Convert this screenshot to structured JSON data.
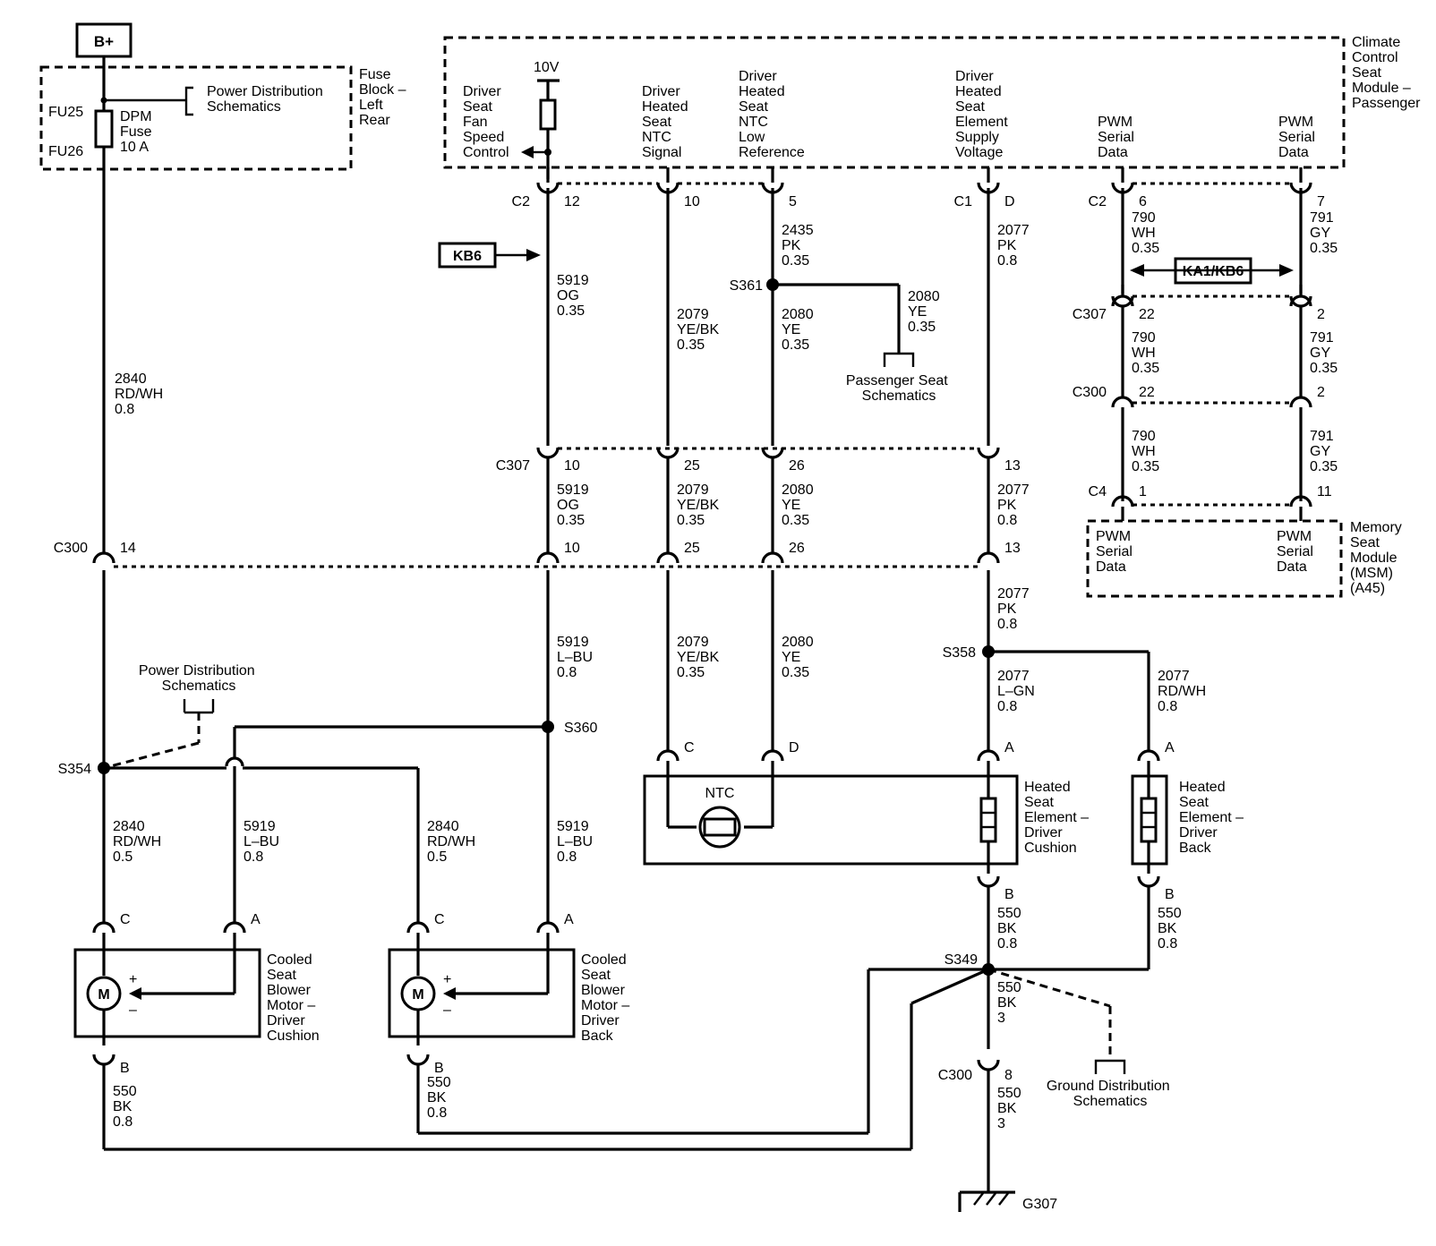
{
  "supply": {
    "label": "B+",
    "fuse_a": "FU25",
    "fuse_b": "FU26"
  },
  "fuse": {
    "name_lines": [
      "DPM",
      "Fuse",
      "10 A"
    ],
    "block_lines": [
      "Fuse",
      "Block –",
      "Left",
      "Rear"
    ],
    "ref_lines": [
      "Power Distribution",
      "Schematics"
    ]
  },
  "module_top": {
    "name_lines": [
      "Climate",
      "Control",
      "Seat",
      "Module –",
      "Passenger"
    ],
    "voltage": "10V",
    "pins": [
      [
        "Driver",
        "Seat",
        "Fan",
        "Speed",
        "Control"
      ],
      [
        "Driver",
        "Heated",
        "Seat",
        "NTC",
        "Signal"
      ],
      [
        "Driver",
        "Heated",
        "Seat",
        "NTC",
        "Low",
        "Reference"
      ],
      [
        "Driver",
        "Heated",
        "Seat",
        "Element",
        "Supply",
        "Voltage"
      ],
      [
        "PWM",
        "Serial",
        "Data"
      ],
      [
        "PWM",
        "Serial",
        "Data"
      ]
    ]
  },
  "labels": {
    "kb6": "KB6",
    "ka1kb6": "KA1/KB6",
    "pass_seat": [
      "Passenger Seat",
      "Schematics"
    ],
    "pd_ref": [
      "Power Distribution",
      "Schematics"
    ],
    "gd_ref": [
      "Ground Distribution",
      "Schematics"
    ]
  },
  "connectors": {
    "c2": "C2",
    "c1": "C1",
    "c307": "C307",
    "c300": "C300",
    "c4": "C4",
    "c2r": "C2",
    "c307r": "C307",
    "c300r": "C300",
    "c300g": "C300"
  },
  "pins": {
    "p12": "12",
    "p10a": "10",
    "p5": "5",
    "pD": "D",
    "p6": "6",
    "p7": "7",
    "p10b": "10",
    "p25a": "25",
    "p26a": "26",
    "p13a": "13",
    "p14": "14",
    "p10c": "10",
    "p25b": "25",
    "p26b": "26",
    "p13b": "13",
    "p22a": "22",
    "p2a": "2",
    "p22b": "22",
    "p2b": "2",
    "p1": "1",
    "p11": "11",
    "p8": "8",
    "ntcC": "C",
    "ntcD": "D",
    "ecA": "A",
    "ecB": "B",
    "ebA": "A",
    "ebB": "B",
    "m1C": "C",
    "m1A": "A",
    "m1B": "B",
    "m2C": "C",
    "m2A": "A",
    "m2B": "B"
  },
  "splices": {
    "s361": "S361",
    "s358": "S358",
    "s360": "S360",
    "s354": "S354",
    "s349": "S349",
    "ground": "G307"
  },
  "wires": {
    "w2840_top": [
      "2840",
      "RD/WH",
      "0.8"
    ],
    "w5919_a": [
      "5919",
      "OG",
      "0.35"
    ],
    "w2079_a": [
      "2079",
      "YE/BK",
      "0.35"
    ],
    "w2435": [
      "2435",
      "PK",
      "0.35"
    ],
    "w2080_a": [
      "2080",
      "YE",
      "0.35"
    ],
    "w2080_p": [
      "2080",
      "YE",
      "0.35"
    ],
    "w2077_a": [
      "2077",
      "PK",
      "0.8"
    ],
    "w790_a": [
      "790",
      "WH",
      "0.35"
    ],
    "w791_a": [
      "791",
      "GY",
      "0.35"
    ],
    "w5919_b": [
      "5919",
      "OG",
      "0.35"
    ],
    "w2079_b": [
      "2079",
      "YE/BK",
      "0.35"
    ],
    "w2080_b": [
      "2080",
      "YE",
      "0.35"
    ],
    "w2077_b": [
      "2077",
      "PK",
      "0.8"
    ],
    "w790_b": [
      "790",
      "WH",
      "0.35"
    ],
    "w791_b": [
      "791",
      "GY",
      "0.35"
    ],
    "w790_c": [
      "790",
      "WH",
      "0.35"
    ],
    "w791_c": [
      "791",
      "GY",
      "0.35"
    ],
    "w5919_c": [
      "5919",
      "L–BU",
      "0.8"
    ],
    "w2079_c": [
      "2079",
      "YE/BK",
      "0.35"
    ],
    "w2080_c": [
      "2080",
      "YE",
      "0.35"
    ],
    "w2077_c": [
      "2077",
      "PK",
      "0.8"
    ],
    "w2077_lgn": [
      "2077",
      "L–GN",
      "0.8"
    ],
    "w2077_rdwh": [
      "2077",
      "RD/WH",
      "0.8"
    ],
    "w2840_m1": [
      "2840",
      "RD/WH",
      "0.5"
    ],
    "w5919_m1": [
      "5919",
      "L–BU",
      "0.8"
    ],
    "w2840_m2": [
      "2840",
      "RD/WH",
      "0.5"
    ],
    "w5919_m2": [
      "5919",
      "L–BU",
      "0.8"
    ],
    "w550_m1": [
      "550",
      "BK",
      "0.8"
    ],
    "w550_m2": [
      "550",
      "BK",
      "0.8"
    ],
    "w550_ec": [
      "550",
      "BK",
      "0.8"
    ],
    "w550_eb": [
      "550",
      "BK",
      "0.8"
    ],
    "w550_s349": [
      "550",
      "BK",
      "3"
    ],
    "w550_g": [
      "550",
      "BK",
      "3"
    ]
  },
  "components": {
    "msm_pin1": [
      "PWM",
      "Serial",
      "Data"
    ],
    "msm_pin2": [
      "PWM",
      "Serial",
      "Data"
    ],
    "msm_name": [
      "Memory",
      "Seat",
      "Module",
      "(MSM)",
      "(A45)"
    ],
    "ntc": "NTC",
    "motor_symbol": "M",
    "plus": "+",
    "minus": "–",
    "motor1": [
      "Cooled",
      "Seat",
      "Blower",
      "Motor –",
      "Driver",
      "Cushion"
    ],
    "motor2": [
      "Cooled",
      "Seat",
      "Blower",
      "Motor –",
      "Driver",
      "Back"
    ],
    "elem_cushion": [
      "Heated",
      "Seat",
      "Element –",
      "Driver",
      "Cushion"
    ],
    "elem_back": [
      "Heated",
      "Seat",
      "Element –",
      "Driver",
      "Back"
    ]
  }
}
